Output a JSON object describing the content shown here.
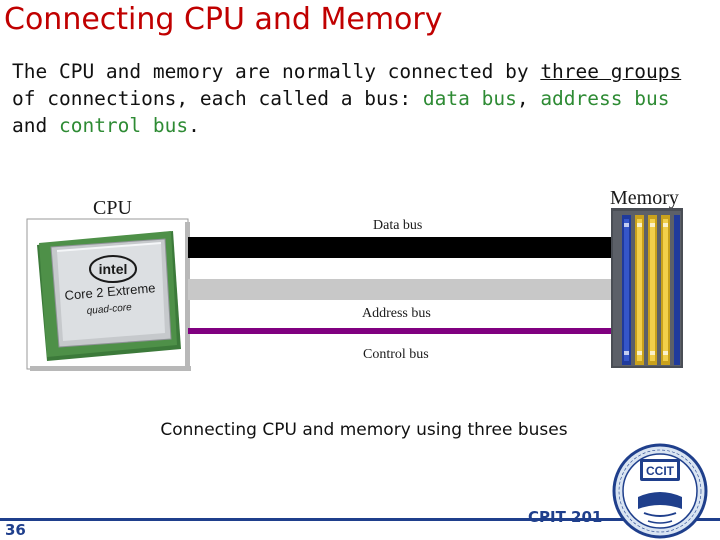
{
  "slide": {
    "title": "Connecting CPU and Memory",
    "body": {
      "p1": "The CPU and memory are normally connected by ",
      "groups": "three groups",
      "p2": " of connections, each called a bus: ",
      "data_bus": "data bus",
      "comma": ", ",
      "address_bus": "address bus",
      "and": " and ",
      "control_bus": "control bus",
      "period": "."
    },
    "caption": "Connecting CPU and memory using three buses",
    "page_number": "36",
    "course": "CPIT 201"
  },
  "diagram": {
    "cpu_label": "CPU",
    "memory_label": "Memory",
    "chip_brand": "intel",
    "chip_line1": "Core 2 Extreme",
    "chip_line2": "quad-core",
    "buses": [
      {
        "label": "Data bus",
        "color": "#000000"
      },
      {
        "label": "Address bus",
        "color": "#c8c8c8"
      },
      {
        "label": "Control bus",
        "color": "#800080"
      }
    ]
  },
  "logo": {
    "text": "CCIT"
  },
  "colors": {
    "title": "#c00000",
    "highlight": "#2e8b34",
    "footer": "#1f3f8c"
  }
}
